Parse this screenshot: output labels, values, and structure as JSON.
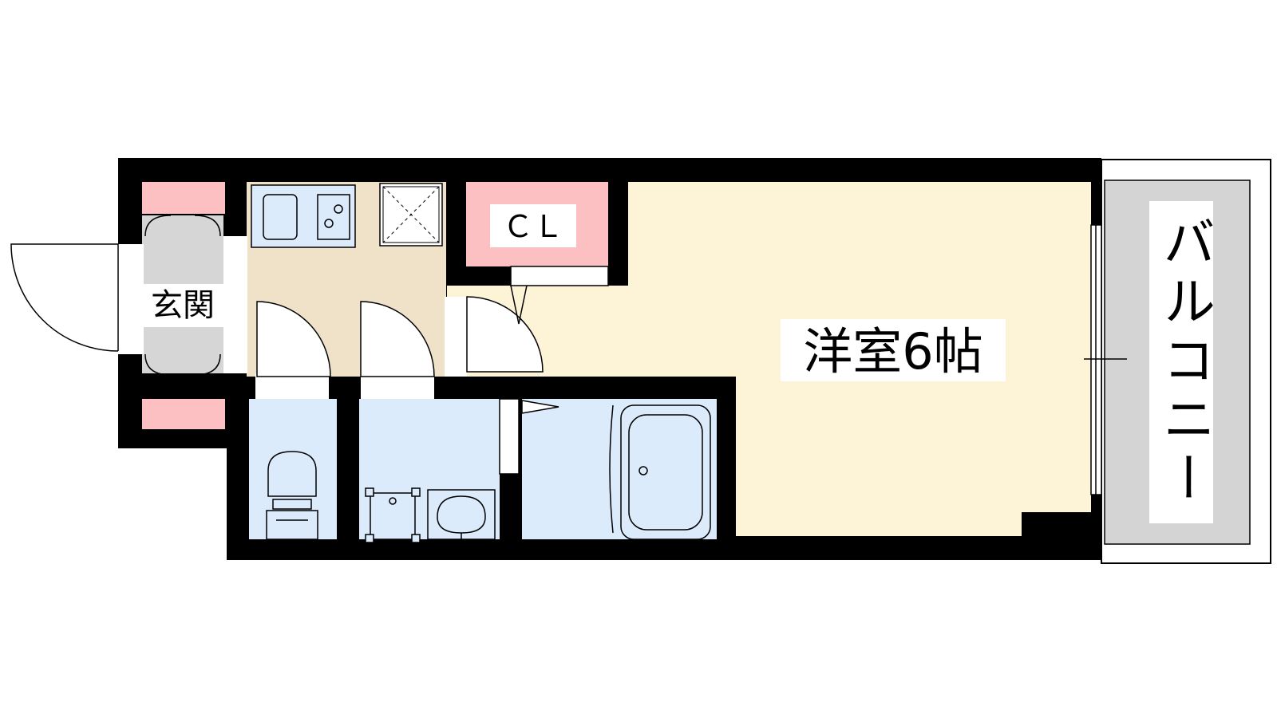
{
  "floorplan": {
    "rooms": {
      "western": "洋室6帖",
      "closet": "ＣＬ",
      "entrance": "玄関",
      "balcony": "バルコニー"
    },
    "colors": {
      "wall": "#000000",
      "western_room": "#fdf3d6",
      "kitchen_floor": "#efe2c9",
      "water_area": "#dcebfc",
      "closet": "#fcc0c3",
      "shoe_box": "#fcc0c3",
      "balcony": "#d4d4d4",
      "entrance_floor": "#d6d6d6",
      "fixture_line": "#000000"
    }
  }
}
